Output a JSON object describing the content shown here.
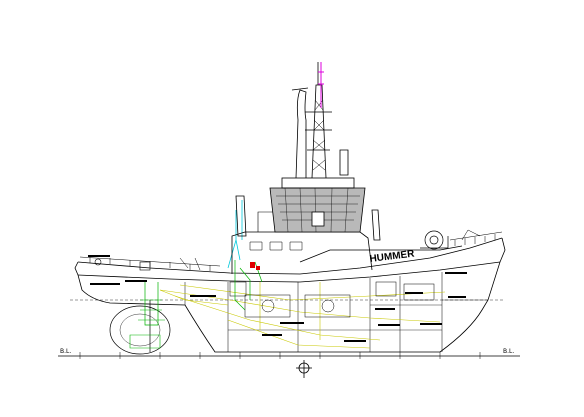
{
  "vessel": {
    "name": "HUMMER",
    "baseline_left": "B.L.",
    "baseline_right": "B.L.",
    "colors": {
      "line": "#000000",
      "machinery": "#c8c800",
      "piping_green": "#00b400",
      "piping_cyan": "#00c8dc",
      "mast_magenta": "#dc00dc",
      "equipment_red": "#e00000",
      "panel_grey": "#b9b9b9"
    }
  }
}
